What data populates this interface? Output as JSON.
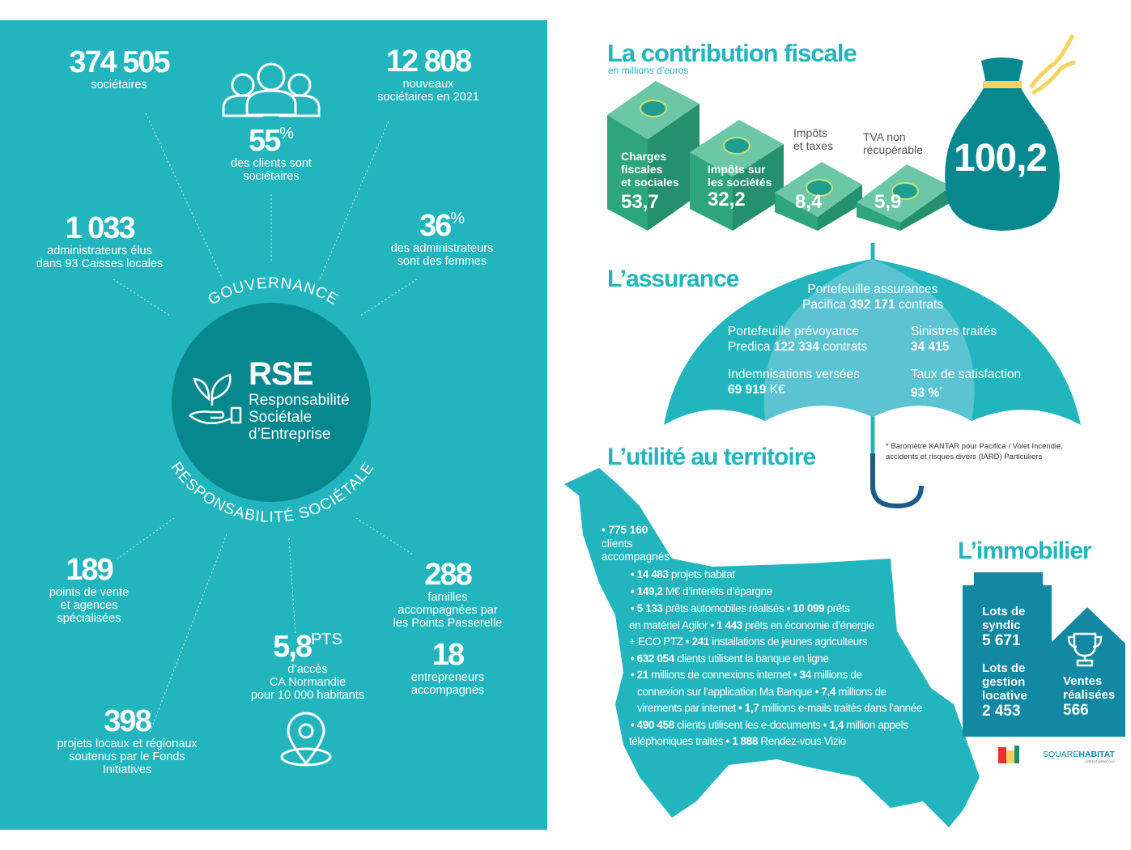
{
  "rse": {
    "title": "RSE",
    "subtitle_lines": [
      "Responsabilité",
      "Sociétale",
      "d’Entreprise"
    ],
    "arc_top": "GOUVERNANCE",
    "arc_bottom": "RESPONSABILITÉ SOCIÉTALE",
    "stats": [
      {
        "value": "374 505",
        "suffix": "",
        "lines": [
          "sociétaires"
        ]
      },
      {
        "value": "12 808",
        "suffix": "",
        "lines": [
          "nouveaux",
          "sociétaires en 2021"
        ]
      },
      {
        "value": "55",
        "suffix": "%",
        "lines": [
          "des clients sont",
          "sociétaires"
        ]
      },
      {
        "value": "1 033",
        "suffix": "",
        "lines": [
          "administrateurs élus",
          "dans 93 Caisses locales"
        ]
      },
      {
        "value": "36",
        "suffix": "%",
        "lines": [
          "des administrateurs",
          "sont des femmes"
        ]
      },
      {
        "value": "189",
        "suffix": "",
        "lines": [
          "points de vente",
          "et agences",
          "spécialisées"
        ]
      },
      {
        "value": "288",
        "suffix": "",
        "lines": [
          "familles",
          "accompagnées par",
          "les Points Passerelle"
        ]
      },
      {
        "value": "18",
        "suffix": "",
        "lines": [
          "entrepreneurs",
          "accompagnés"
        ]
      },
      {
        "value": "5,8",
        "suffix": "PTS",
        "lines": [
          "d’accès",
          "CA Normandie",
          "pour 10 000 habitants"
        ]
      },
      {
        "value": "398",
        "suffix": "",
        "lines": [
          "projets locaux et régionaux",
          "soutenus par le Fonds",
          "Initiatives"
        ]
      }
    ]
  },
  "fiscal": {
    "title": "La contribution fiscale",
    "unit": "en millions d’euros",
    "items": [
      {
        "label_lines": [
          "Charges",
          "fiscales",
          "et sociales"
        ],
        "value": "53,7"
      },
      {
        "label_lines": [
          "Impôts sur",
          "les sociétés"
        ],
        "value": "32,2"
      },
      {
        "label_lines": [
          "Impôts",
          "et taxes"
        ],
        "value": "8,4"
      },
      {
        "label_lines": [
          "TVA non",
          "récupérable"
        ],
        "value": "5,9"
      }
    ],
    "total": "100,2"
  },
  "assurance": {
    "title": "L’assurance",
    "portefeuille_line1": "Portefeuille assurances",
    "portefeuille_pre": "Pacifica ",
    "portefeuille_val": "392 171",
    "portefeuille_post": " contrats",
    "prevoyance_line1": "Portefeuille prévoyance",
    "prevoyance_pre": "Predica ",
    "prevoyance_val": "122 334",
    "prevoyance_post": " contrats",
    "sinistres_label": "Sinistres traités",
    "sinistres_val": "34 415",
    "indemn_label": "Indemnisations versées",
    "indemn_val": "69 919",
    "indemn_unit": " K€",
    "satisf_label": "Taux de satisfaction",
    "satisf_val": "93 %",
    "satisf_mark": "*",
    "footnote_lines": [
      "* Baromètre KANTAR pour Pacifica / Volet Incendie,",
      "accidents et risques divers (IARD) Particuliers"
    ]
  },
  "territoire": {
    "title": "L’utilité au territoire",
    "clients_val": "• 775 160",
    "clients_lines": [
      "clients",
      "accompagnés"
    ],
    "lines": [
      [
        {
          "b": "• 14 483"
        },
        {
          "t": " projets habitat"
        }
      ],
      [
        {
          "b": "• 149,2"
        },
        {
          "t": " M€ d’intérêts d’épargne"
        }
      ],
      [
        {
          "b": "• 5 133"
        },
        {
          "t": " prêts automobiles réalisés "
        },
        {
          "b": "• 10 099"
        },
        {
          "t": " prêts"
        }
      ],
      [
        {
          "t": "en matériel Agilor "
        },
        {
          "b": "• 1 443"
        },
        {
          "t": " prêts en économie d’énergie"
        }
      ],
      [
        {
          "t": "+ ECO PTZ "
        },
        {
          "b": "• 241"
        },
        {
          "t": " installations de jeunes agriculteurs"
        }
      ],
      [
        {
          "b": "• 632 054"
        },
        {
          "t": " clients utilisent la banque en ligne"
        }
      ],
      [
        {
          "b": "• 21"
        },
        {
          "t": " millions de connexions internet "
        },
        {
          "b": "• 34"
        },
        {
          "t": " millions de"
        }
      ],
      [
        {
          "t": "connexion sur l’application Ma Banque "
        },
        {
          "b": "• 7,4"
        },
        {
          "t": " millions de"
        }
      ],
      [
        {
          "t": "virements par internet "
        },
        {
          "b": "• 1,7"
        },
        {
          "t": " millions e-mails traités dans l’année"
        }
      ],
      [
        {
          "b": "• 490 458"
        },
        {
          "t": " clients utilisent les e-documents "
        },
        {
          "b": "• 1,4"
        },
        {
          "t": " million appels"
        }
      ],
      [
        {
          "t": "téléphoniques traités "
        },
        {
          "b": "• 1 888"
        },
        {
          "t": " Rendez-vous Vizio"
        }
      ]
    ]
  },
  "immobilier": {
    "title": "L’immobilier",
    "syndic_lines": [
      "Lots de",
      "syndic"
    ],
    "syndic_val": "5 671",
    "gestion_lines": [
      "Lots de",
      "gestion",
      "locative"
    ],
    "gestion_val": "2 453",
    "ventes_lines": [
      "Ventes",
      "réalisées"
    ],
    "ventes_val": "566",
    "logo_a": "SQUARE",
    "logo_b": "HABITAT",
    "logo_sub": "CRÉDIT AGRICOLE"
  },
  "colors": {
    "teal": "#23b5bd",
    "dark_teal": "#06888e",
    "money": "#3db58d",
    "gold": "#f6d35f",
    "navy": "#1b5a8b",
    "building": "#1288a3"
  }
}
